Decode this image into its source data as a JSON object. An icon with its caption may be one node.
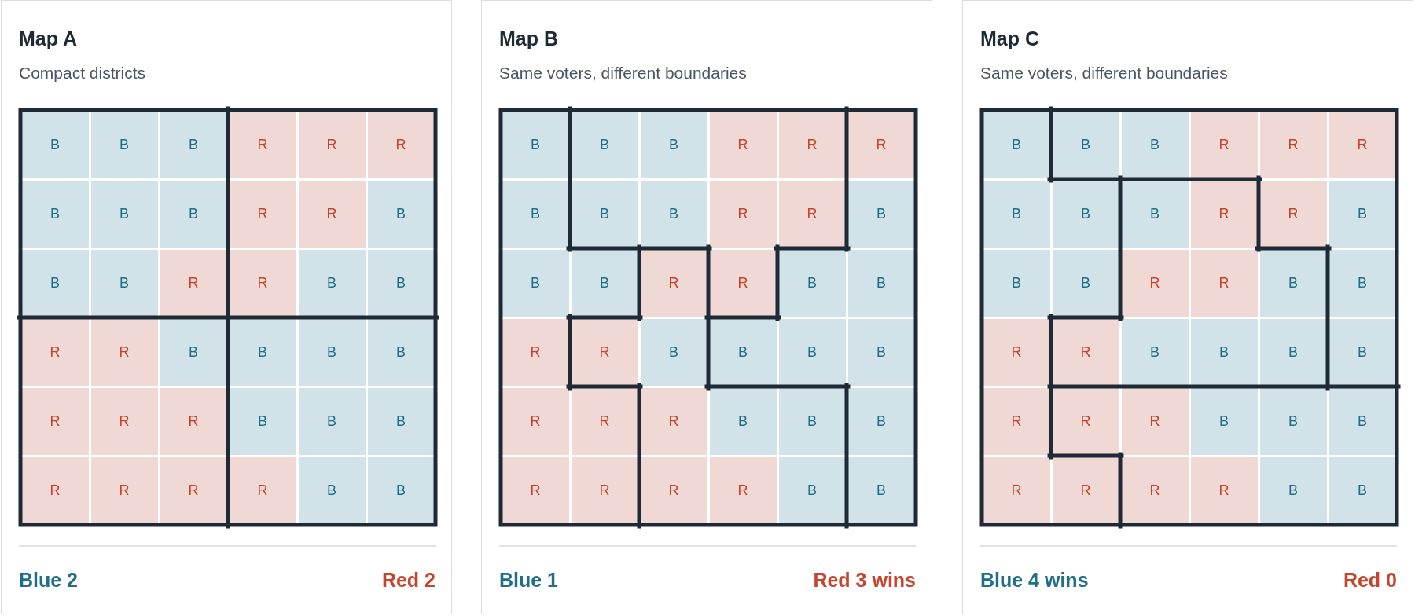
{
  "diagram": {
    "nodes": [
      {
        "text": [
          "Map A",
          "Compact districts",
          "Blue 2",
          "Red 2"
        ]
      },
      {
        "text": [
          "B"
        ],
        "in": 0
      },
      {
        "text": [
          "B"
        ],
        "in": 0
      },
      {
        "text": [
          "B"
        ],
        "in": 0
      },
      {
        "text": [
          "R"
        ],
        "in": 0
      },
      {
        "text": [
          "R"
        ],
        "in": 0
      },
      {
        "text": [
          "R"
        ],
        "in": 0
      },
      {
        "text": [
          "B"
        ],
        "in": 0
      },
      {
        "text": [
          "B"
        ],
        "in": 0
      },
      {
        "text": [
          "B"
        ],
        "in": 0
      },
      {
        "text": [
          "R"
        ],
        "in": 0
      },
      {
        "text": [
          "R"
        ],
        "in": 0
      },
      {
        "text": [
          "B"
        ],
        "in": 0
      },
      {
        "text": [
          "B"
        ],
        "in": 0
      },
      {
        "text": [
          "B"
        ],
        "in": 0
      },
      {
        "text": [
          "R"
        ],
        "in": 0
      },
      {
        "text": [
          "R"
        ],
        "in": 0
      },
      {
        "text": [
          "B"
        ],
        "in": 0
      },
      {
        "text": [
          "B"
        ],
        "in": 0
      },
      {
        "text": [
          "R"
        ],
        "in": 0
      },
      {
        "text": [
          "R"
        ],
        "in": 0
      },
      {
        "text": [
          "B"
        ],
        "in": 0
      },
      {
        "text": [
          "B"
        ],
        "in": 0
      },
      {
        "text": [
          "B"
        ],
        "in": 0
      },
      {
        "text": [
          "B"
        ],
        "in": 0
      },
      {
        "text": [
          "R"
        ],
        "in": 0
      },
      {
        "text": [
          "R"
        ],
        "in": 0
      },
      {
        "text": [
          "R"
        ],
        "in": 0
      },
      {
        "text": [
          "B"
        ],
        "in": 0
      },
      {
        "text": [
          "B"
        ],
        "in": 0
      },
      {
        "text": [
          "B"
        ],
        "in": 0
      },
      {
        "text": [
          "R"
        ],
        "in": 0
      },
      {
        "text": [
          "R"
        ],
        "in": 0
      },
      {
        "text": [
          "R"
        ],
        "in": 0
      },
      {
        "text": [
          "R"
        ],
        "in": 0
      },
      {
        "text": [
          "B"
        ],
        "in": 0
      },
      {
        "text": [
          "B"
        ],
        "in": 0
      },
      {
        "text": [
          "Map B",
          "Same voters, different boundaries",
          "Blue 1",
          "Red 3 wins"
        ]
      },
      {
        "text": [
          "B"
        ],
        "in": 37
      },
      {
        "text": [
          "B"
        ],
        "in": 37
      },
      {
        "text": [
          "B"
        ],
        "in": 37
      },
      {
        "text": [
          "R"
        ],
        "in": 37
      },
      {
        "text": [
          "R"
        ],
        "in": 37
      },
      {
        "text": [
          "R"
        ],
        "in": 37
      },
      {
        "text": [
          "B"
        ],
        "in": 37
      },
      {
        "text": [
          "B"
        ],
        "in": 37
      },
      {
        "text": [
          "B"
        ],
        "in": 37
      },
      {
        "text": [
          "R"
        ],
        "in": 37
      },
      {
        "text": [
          "R"
        ],
        "in": 37
      },
      {
        "text": [
          "B"
        ],
        "in": 37
      },
      {
        "text": [
          "B"
        ],
        "in": 37
      },
      {
        "text": [
          "B"
        ],
        "in": 37
      },
      {
        "text": [
          "R"
        ],
        "in": 37
      },
      {
        "text": [
          "R"
        ],
        "in": 37
      },
      {
        "text": [
          "B"
        ],
        "in": 37
      },
      {
        "text": [
          "B"
        ],
        "in": 37
      },
      {
        "text": [
          "R"
        ],
        "in": 37
      },
      {
        "text": [
          "R"
        ],
        "in": 37
      },
      {
        "text": [
          "B"
        ],
        "in": 37
      },
      {
        "text": [
          "B"
        ],
        "in": 37
      },
      {
        "text": [
          "B"
        ],
        "in": 37
      },
      {
        "text": [
          "B"
        ],
        "in": 37
      },
      {
        "text": [
          "R"
        ],
        "in": 37
      },
      {
        "text": [
          "R"
        ],
        "in": 37
      },
      {
        "text": [
          "R"
        ],
        "in": 37
      },
      {
        "text": [
          "B"
        ],
        "in": 37
      },
      {
        "text": [
          "B"
        ],
        "in": 37
      },
      {
        "text": [
          "B"
        ],
        "in": 37
      },
      {
        "text": [
          "R"
        ],
        "in": 37
      },
      {
        "text": [
          "R"
        ],
        "in": 37
      },
      {
        "text": [
          "R"
        ],
        "in": 37
      },
      {
        "text": [
          "R"
        ],
        "in": 37
      },
      {
        "text": [
          "B"
        ],
        "in": 37
      },
      {
        "text": [
          "B"
        ],
        "in": 37
      },
      {
        "text": [
          "Map C",
          "Same voters, different boundaries",
          "Blue 4 wins",
          "Red 0"
        ]
      },
      {
        "text": [
          "B"
        ],
        "in": 74
      },
      {
        "text": [
          "B"
        ],
        "in": 74
      },
      {
        "text": [
          "B"
        ],
        "in": 74
      },
      {
        "text": [
          "R"
        ],
        "in": 74
      },
      {
        "text": [
          "R"
        ],
        "in": 74
      },
      {
        "text": [
          "R"
        ],
        "in": 74
      },
      {
        "text": [
          "B"
        ],
        "in": 74
      },
      {
        "text": [
          "B"
        ],
        "in": 74
      },
      {
        "text": [
          "B"
        ],
        "in": 74
      },
      {
        "text": [
          "R"
        ],
        "in": 74
      },
      {
        "text": [
          "R"
        ],
        "in": 74
      },
      {
        "text": [
          "B"
        ],
        "in": 74
      },
      {
        "text": [
          "B"
        ],
        "in": 74
      },
      {
        "text": [
          "B"
        ],
        "in": 74
      },
      {
        "text": [
          "R"
        ],
        "in": 74
      },
      {
        "text": [
          "R"
        ],
        "in": 74
      },
      {
        "text": [
          "B"
        ],
        "in": 74
      },
      {
        "text": [
          "B"
        ],
        "in": 74
      },
      {
        "text": [
          "R"
        ],
        "in": 74
      },
      {
        "text": [
          "R"
        ],
        "in": 74
      },
      {
        "text": [
          "B"
        ],
        "in": 74
      },
      {
        "text": [
          "B"
        ],
        "in": 74
      },
      {
        "text": [
          "B"
        ],
        "in": 74
      },
      {
        "text": [
          "B"
        ],
        "in": 74
      },
      {
        "text": [
          "R"
        ],
        "in": 74
      },
      {
        "text": [
          "R"
        ],
        "in": 74
      },
      {
        "text": [
          "R"
        ],
        "in": 74
      },
      {
        "text": [
          "B"
        ],
        "in": 74
      },
      {
        "text": [
          "B"
        ],
        "in": 74
      },
      {
        "text": [
          "B"
        ],
        "in": 74
      },
      {
        "text": [
          "R"
        ],
        "in": 74
      },
      {
        "text": [
          "R"
        ],
        "in": 74
      },
      {
        "text": [
          "R"
        ],
        "in": 74
      },
      {
        "text": [
          "R"
        ],
        "in": 74
      },
      {
        "text": [
          "B"
        ],
        "in": 74
      },
      {
        "text": [
          "B"
        ],
        "in": 74
      }
    ]
  }
}
